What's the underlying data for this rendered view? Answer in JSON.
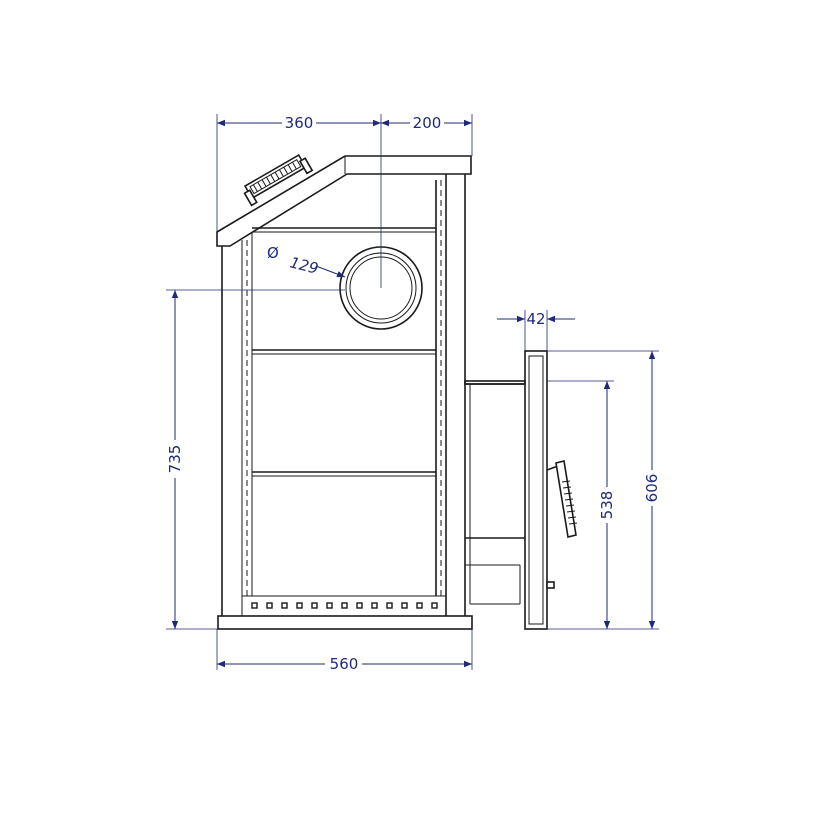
{
  "diagram": {
    "dimensions": {
      "width_left": "360",
      "width_right": "200",
      "total_width": "560",
      "height_total": "735",
      "door_width": "42",
      "door_height_inner": "538",
      "door_height_outer": "606",
      "flue_diameter_symbol": "Ø",
      "flue_diameter": "129"
    },
    "colors": {
      "dimension": "#1f2a7a",
      "outline": "#1a1a1a"
    }
  }
}
